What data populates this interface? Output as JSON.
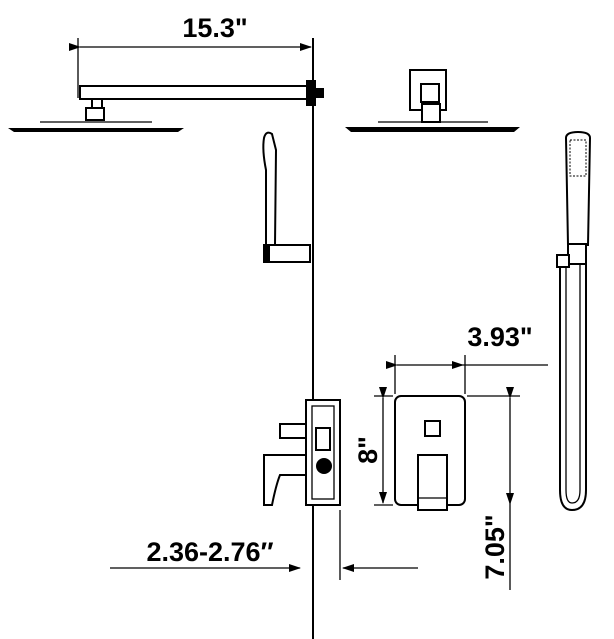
{
  "dimensions": {
    "arm_length": "15.3\"",
    "valve_width": "3.93\"",
    "valve_height": "8\"",
    "wall_depth": "2.36-2.76″",
    "valve_total_height": "7.05\""
  },
  "colors": {
    "line": "#000000",
    "background": "#ffffff"
  }
}
